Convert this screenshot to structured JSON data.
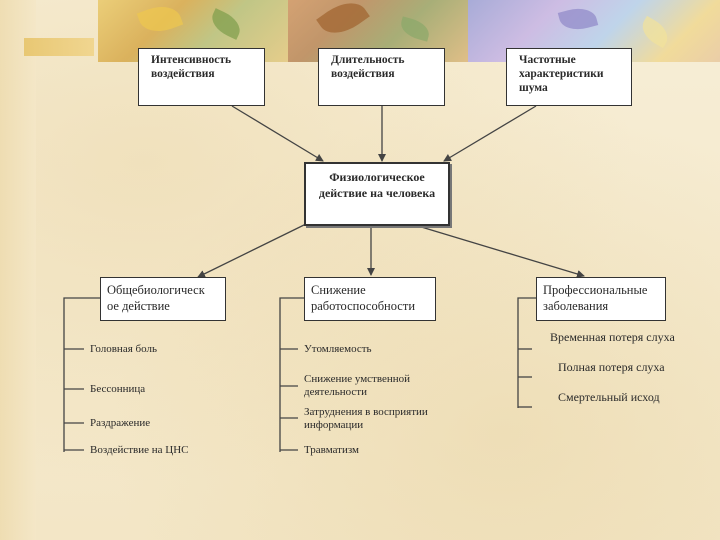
{
  "diagram": {
    "sources": [
      {
        "label": "Интенсивность воздействия"
      },
      {
        "label": "Длительность воздействия"
      },
      {
        "label": "Частотные характеристики шума"
      }
    ],
    "center": {
      "label": "Физиологическое действие на человека"
    },
    "categories": [
      {
        "label": "Общебиологическ ое действие"
      },
      {
        "label": "Снижение работоспособности"
      },
      {
        "label": "Профессиональные заболевания"
      }
    ],
    "effects_general": [
      "Головная боль",
      "Бессонница",
      "Раздражение",
      "Воздействие на ЦНС"
    ],
    "effects_work": [
      "Утомляемость",
      "Снижение умственной деятельности",
      "Затруднения в восприятии информации",
      "Травматизм"
    ],
    "effects_disease": [
      "Временная потеря слуха",
      "Полная потеря слуха",
      "Смертельный исход"
    ]
  }
}
